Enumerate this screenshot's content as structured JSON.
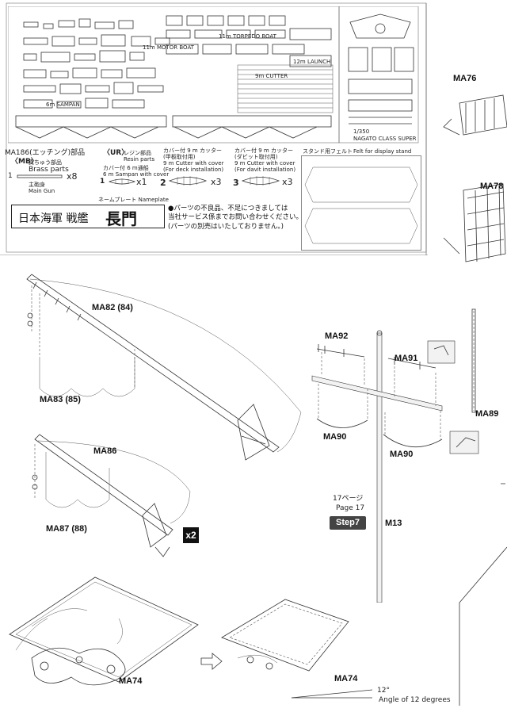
{
  "parts_sheet": {
    "sections": {
      "brass": {
        "header": "MA186(エッチング)部品",
        "code": "〈MB〉",
        "title_jp": "真ちゅう部品",
        "title_en": "Brass parts",
        "part_no": "1",
        "qty": "x8",
        "part_jp": "主砲身",
        "part_en": "Main Gun"
      },
      "resin": {
        "code": "〈UR〉",
        "title_jp": "レジン部品",
        "title_en": "Resin parts",
        "sampan_jp": "カバー付 6 m通船",
        "sampan_en": "6 m Sampan with cover",
        "sampan_no": "1",
        "sampan_qty": "x1"
      },
      "cutter_deck": {
        "title_jp": "カバー付 9 m カッター",
        "sub_jp": "(甲板取付用)",
        "title_en": "9 m Cutter with cover",
        "sub_en": "(For deck installation)",
        "part_no": "2",
        "qty": "x3"
      },
      "cutter_davit": {
        "title_jp": "カバー付 9 m カッター",
        "sub_jp": "(ダビット取付用)",
        "title_en": "9 m Cutter with cover",
        "sub_en": "(For davit installation)",
        "part_no": "3",
        "qty": "x3"
      },
      "felt": {
        "title_jp": "スタンド用フェルト",
        "title_en": "Felt for display stand"
      }
    },
    "nameplate": {
      "label": "ネームプレート Nameplate",
      "text_left": "日本海軍 戦艦",
      "text_right": "長門"
    },
    "notice": {
      "line1": "●パーツの不良品、不足につきましては",
      "line2": "当社サービス係までお問い合わせください。",
      "line3": "(パーツの別売はいたしておりません。)"
    },
    "fret_labels": {
      "torpedo_boat": "11m TORPEDO BOAT",
      "launch": "12m LAUNCH",
      "cutter": "9m CUTTER",
      "motor_boat": "11m MOTOR BOAT",
      "sampan": "6m SAMPAN",
      "scale": "1/350",
      "class": "NAGATO CLASS SUPER"
    },
    "right_labels": {
      "ma76": "MA76",
      "ma78": "MA78"
    }
  },
  "instructions": {
    "left_group": {
      "ma82": "MA82 (84)",
      "ma83": "MA83 (85)",
      "ma86": "MA86",
      "ma87": "MA87 (88)",
      "multiplier": "x2"
    },
    "mast_group": {
      "ma92": "MA92",
      "ma91": "MA91",
      "ma89": "MA89",
      "ma90_left": "MA90",
      "ma90_right": "MA90",
      "page_jp": "17ページ",
      "page_en": "Page 17",
      "step": "Step7",
      "m13": "M13"
    },
    "platform_group": {
      "ma74_left": "MA74",
      "ma74_right": "MA74",
      "angle_value": "12°",
      "angle_text": "Angle of 12 degrees"
    }
  }
}
